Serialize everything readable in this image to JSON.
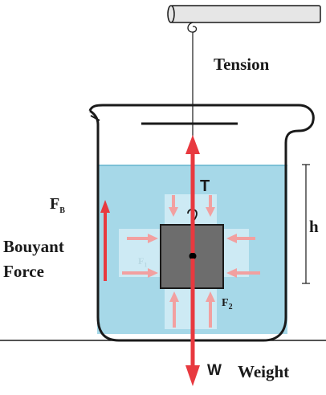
{
  "labels": {
    "tension": "Tension",
    "t": "T",
    "fb_main": "F",
    "fb_sub": "B",
    "buoyant_line1": "Bouyant",
    "buoyant_line2": "Force",
    "h": "h",
    "f1_main": "F",
    "f1_sub": "1",
    "f2_main": "F",
    "f2_sub": "2",
    "w": "W",
    "weight": "Weight"
  },
  "colors": {
    "force_arrow": "#e8393f",
    "pressure_arrow": "#f2a0a0",
    "water": "#a6d8e8",
    "water_halo": "#cdeaf4",
    "block": "#6d6d6d",
    "outline": "#1a1a1a",
    "rod": "#e6e6e6"
  }
}
